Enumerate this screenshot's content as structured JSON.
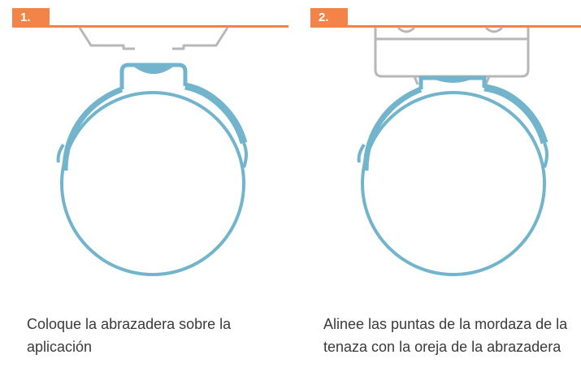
{
  "steps": [
    {
      "number": "1.",
      "caption": "Coloque la abrazadera sobre la aplicación"
    },
    {
      "number": "2.",
      "caption": "Alinee las puntas de la mordaza de la tenaza con la oreja de la abrazadera"
    }
  ],
  "colors": {
    "accent": "#f2844a",
    "clamp": "#72b4cb",
    "tool": "#b7b7b7"
  }
}
